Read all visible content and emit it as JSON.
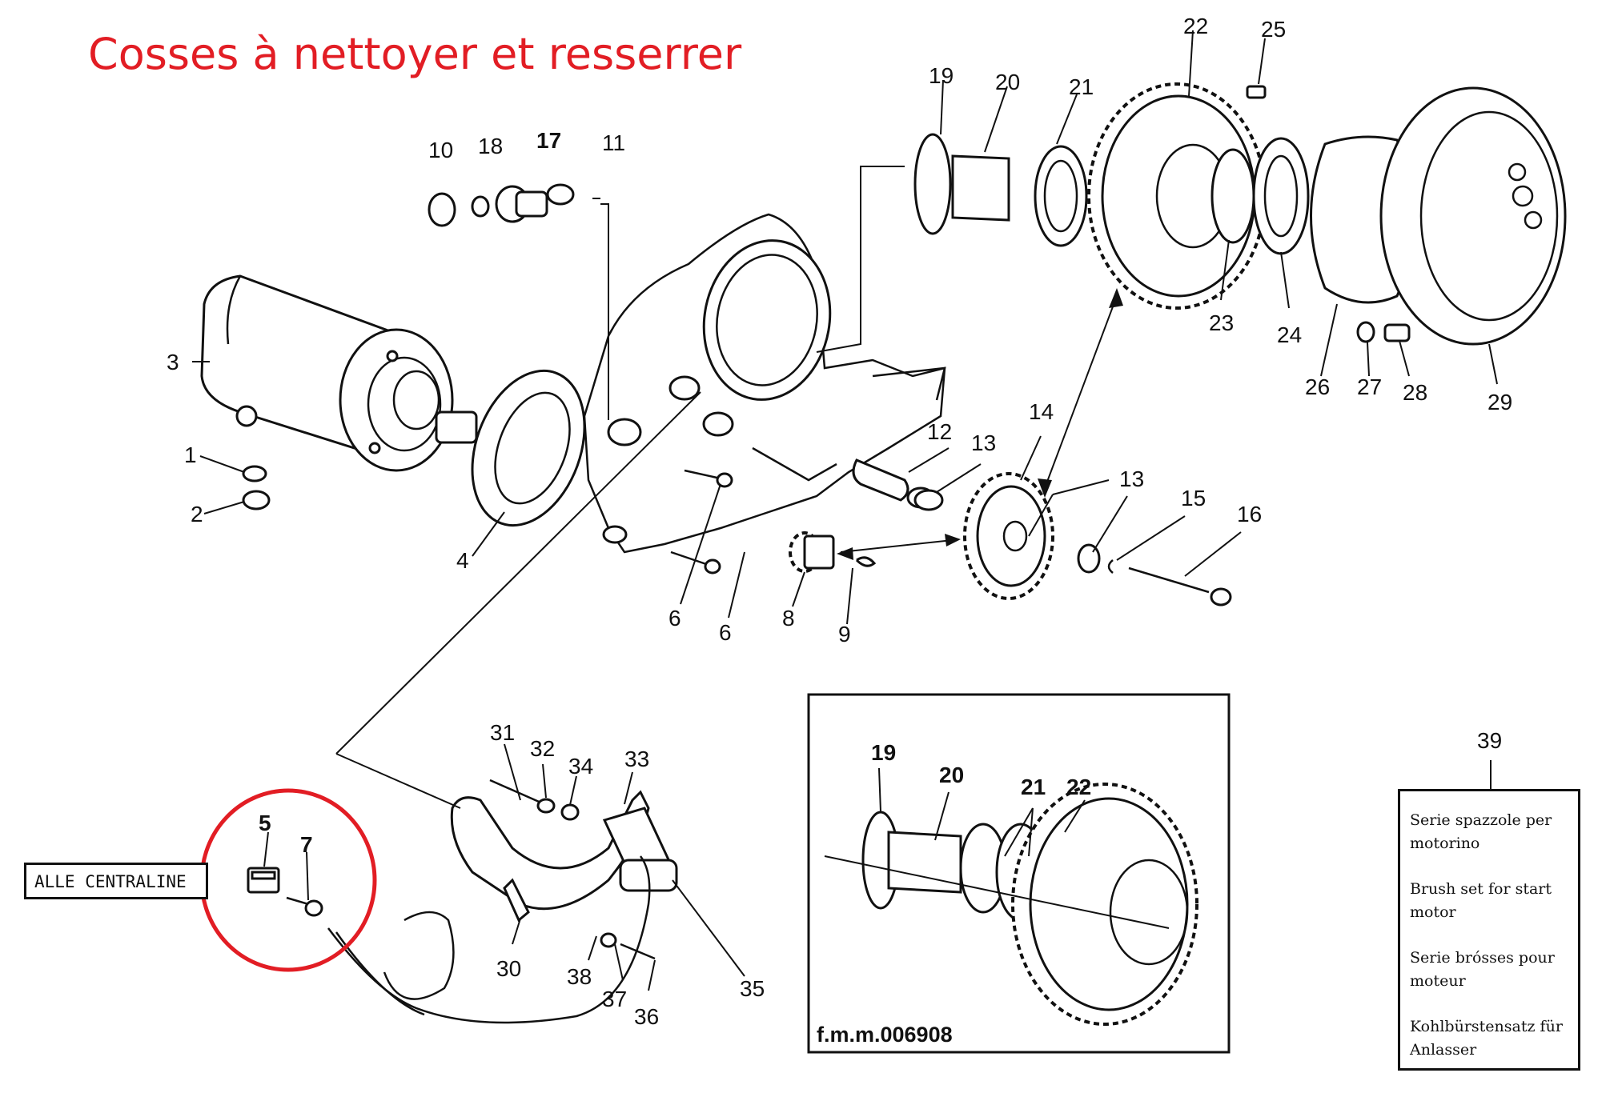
{
  "title": "Cosses à nettoyer et resserrer",
  "connector_label": "ALLE CENTRALINE",
  "inset_label": "f.m.m.006908",
  "legend": {
    "number": "39",
    "lines": [
      "Serie spazzole per motorino",
      "Brush set for start motor",
      "Serie brósses pour moteur",
      "Kohlbürstensatz für Anlasser"
    ]
  },
  "colors": {
    "highlight": "#e21d24",
    "ink": "#111111"
  },
  "parts": [
    "1",
    "2",
    "3",
    "4",
    "5",
    "6",
    "6",
    "7",
    "8",
    "9",
    "10",
    "11",
    "12",
    "13",
    "13",
    "14",
    "15",
    "16",
    "17",
    "18",
    "19",
    "20",
    "21",
    "22",
    "23",
    "24",
    "25",
    "26",
    "27",
    "28",
    "29",
    "30",
    "31",
    "32",
    "33",
    "34",
    "35",
    "36",
    "37",
    "38",
    "19",
    "20",
    "21",
    "22"
  ]
}
